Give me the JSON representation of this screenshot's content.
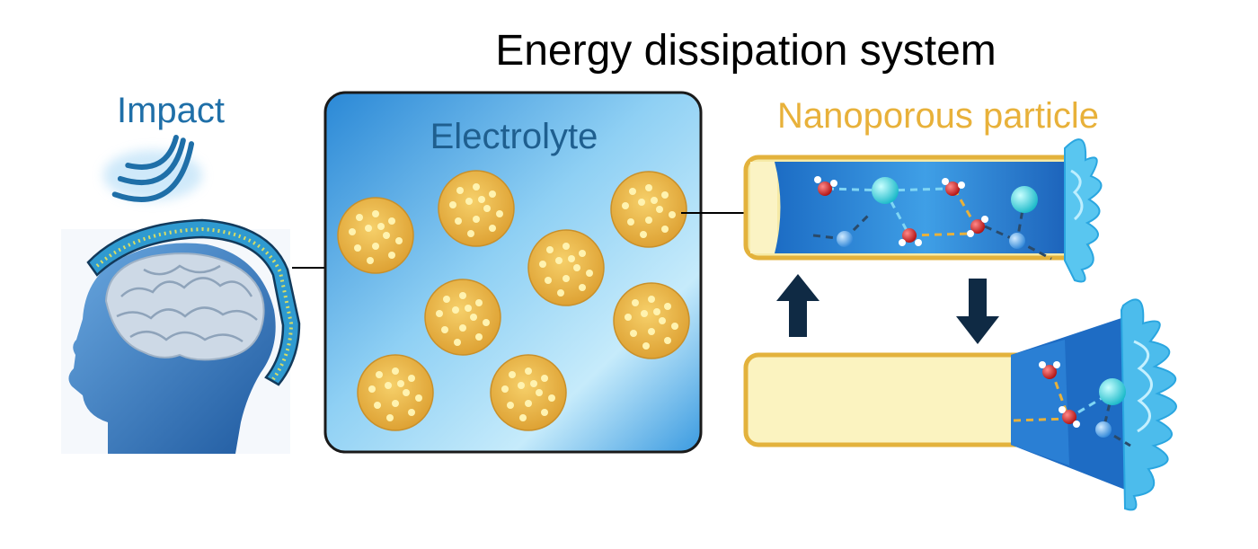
{
  "title": "Energy dissipation system",
  "labels": {
    "impact": "Impact",
    "electrolyte": "Electrolyte",
    "particle": "Nanoporous particle"
  },
  "colors": {
    "title": "#000000",
    "impact": "#1f6fa8",
    "electrolyte": "#1f5f8f",
    "particle": "#e8b13a",
    "arrow": "#0f2a44",
    "electrolyte_fill_light": "#bfe6f8",
    "electrolyte_fill_dark": "#2f8fd8",
    "particle_gold": "#e9b43f",
    "pore_fill": "#fff3b0",
    "water_oxygen": "#c01818",
    "ion_cyan": "#38d8d8",
    "ion_blue": "#4aa3e8"
  },
  "icons": {
    "impact_waves": "impact-waves-icon",
    "head": "human-head-icon",
    "helmet_liner": "helmet-liner-icon",
    "up_arrow": "up-arrow-icon",
    "down_arrow": "down-arrow-icon",
    "splash": "liquid-splash-icon"
  },
  "particle_count": 8
}
